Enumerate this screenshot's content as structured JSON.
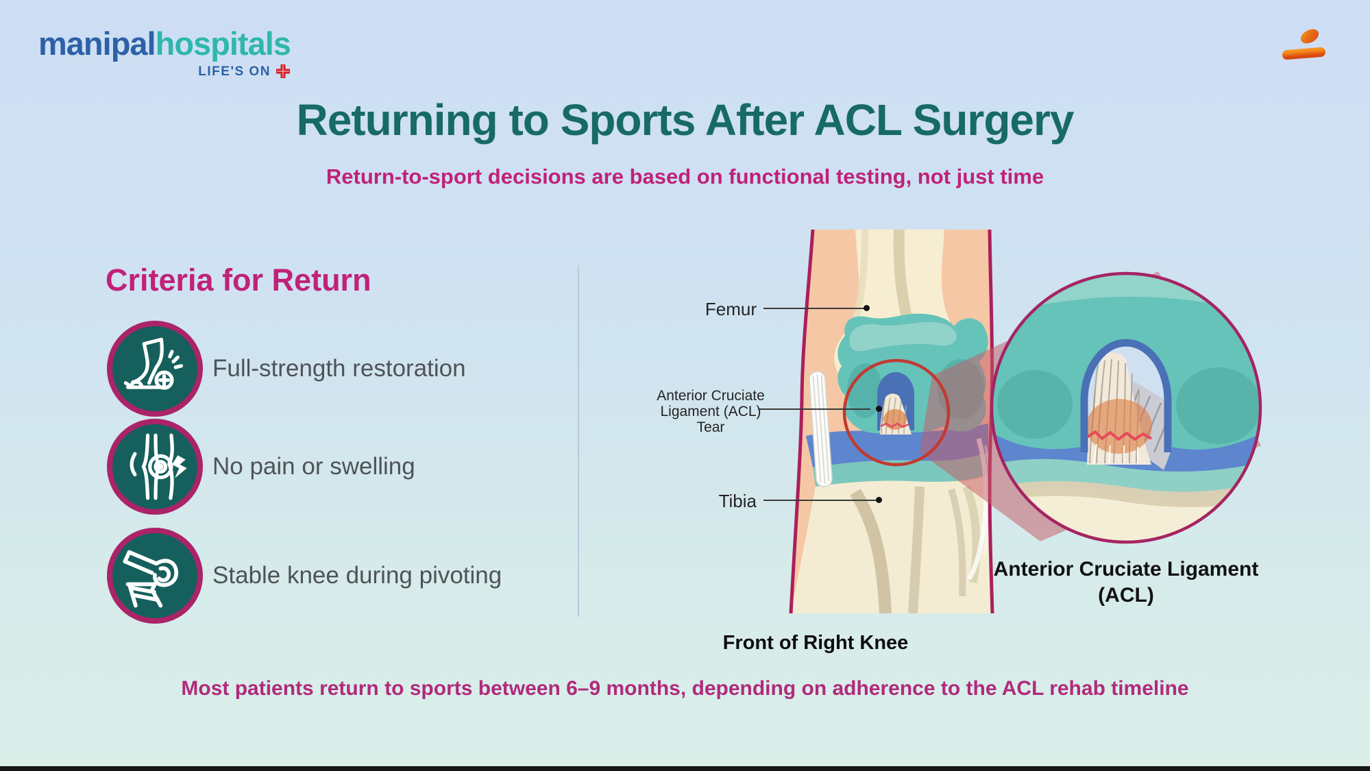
{
  "brand": {
    "logo_part1": "manipal",
    "logo_part2": "hospitals",
    "tagline": "LIFE'S ON"
  },
  "header": {
    "title": "Returning to Sports After ACL Surgery",
    "subtitle": "Return-to-sport decisions are based on functional testing, not just time"
  },
  "criteria": {
    "heading": "Criteria for Return",
    "items": [
      {
        "icon": "leg-strength-icon",
        "label": "Full-strength restoration"
      },
      {
        "icon": "knee-pain-icon",
        "label": "No pain or swelling"
      },
      {
        "icon": "knee-brace-icon",
        "label": "Stable knee during pivoting"
      }
    ]
  },
  "diagram": {
    "labels": {
      "femur": "Femur",
      "acl_tear_line1": "Anterior Cruciate",
      "acl_tear_line2": "Ligament (ACL)",
      "acl_tear_line3": "Tear",
      "tibia": "Tibia"
    },
    "caption": "Front of Right Knee",
    "magnified_label_line1": "Anterior Cruciate Ligament",
    "magnified_label_line2": "(ACL)"
  },
  "footer": {
    "note": "Most patients return to sports between 6–9 months, depending on adherence to the ACL rehab timeline"
  },
  "colors": {
    "title_teal": "#176a67",
    "accent_magenta": "#c02179",
    "icon_ring_magenta": "#ab2368",
    "icon_fill_teal": "#15605c",
    "logo_blue": "#2d61a7",
    "logo_teal": "#2fb7ad",
    "brand_orange": "#e8611a",
    "skin": "#f6c7a5",
    "bone_cream": "#f3ecd2",
    "cartilage_teal": "#66c3ba",
    "capsule_blue": "#5d86ce",
    "magnifier_ring": "#a52462",
    "tear_red": "#e5495c"
  }
}
